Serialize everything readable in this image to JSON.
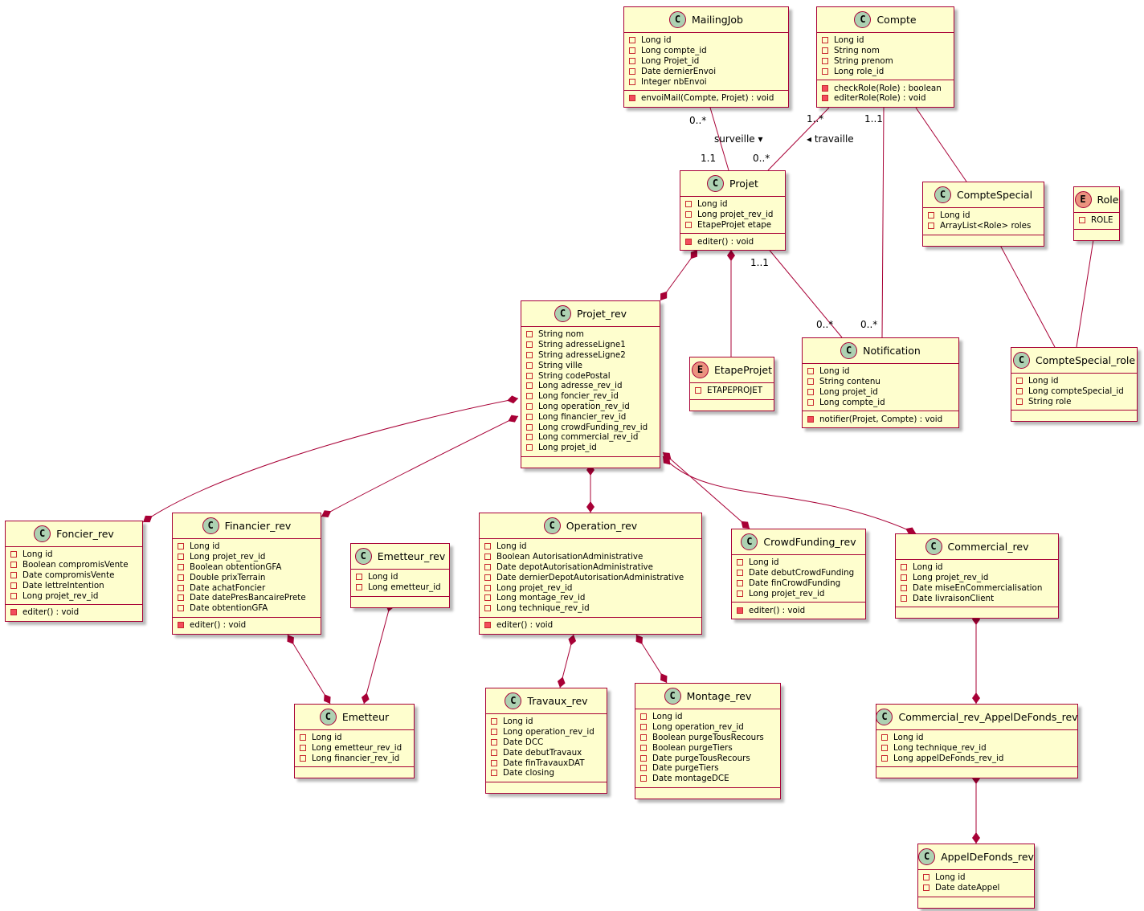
{
  "classes": [
    {
      "id": "MailingJob",
      "kind": "class",
      "name": "MailingJob",
      "fields": [
        "Long id",
        "Long compte_id",
        "Long Projet_id",
        "Date dernierEnvoi",
        "Integer nbEnvoi"
      ],
      "methods": [
        "envoiMail(Compte, Projet) : void"
      ]
    },
    {
      "id": "Compte",
      "kind": "class",
      "name": "Compte",
      "fields": [
        "Long id",
        "String nom",
        "String prenom",
        "Long role_id"
      ],
      "methods": [
        "checkRole(Role) : boolean",
        "editerRole(Role) : void"
      ]
    },
    {
      "id": "Projet",
      "kind": "class",
      "name": "Projet",
      "fields": [
        "Long id",
        "Long projet_rev_id",
        "EtapeProjet etape"
      ],
      "methods": [
        "editer() : void"
      ]
    },
    {
      "id": "CompteSpecial",
      "kind": "class",
      "name": "CompteSpecial",
      "fields": [
        "Long id",
        "ArrayList<Role> roles"
      ],
      "methods": []
    },
    {
      "id": "Role",
      "kind": "enum",
      "name": "Role",
      "fields": [
        "ROLE"
      ],
      "methods": []
    },
    {
      "id": "Projet_rev",
      "kind": "class",
      "name": "Projet_rev",
      "fields": [
        "String nom",
        "String adresseLigne1",
        "String adresseLigne2",
        "String ville",
        "String codePostal",
        "Long adresse_rev_id",
        "Long foncier_rev_id",
        "Long operation_rev_id",
        "Long financier_rev_id",
        "Long crowdFunding_rev_id",
        "Long commercial_rev_id",
        "Long projet_id"
      ],
      "methods": []
    },
    {
      "id": "EtapeProjet",
      "kind": "enum",
      "name": "EtapeProjet",
      "fields": [
        "ETAPEPROJET"
      ],
      "methods": []
    },
    {
      "id": "Notification",
      "kind": "class",
      "name": "Notification",
      "fields": [
        "Long id",
        "String contenu",
        "Long projet_id",
        "Long compte_id"
      ],
      "methods": [
        "notifier(Projet, Compte) : void"
      ]
    },
    {
      "id": "CompteSpecial_role",
      "kind": "class",
      "name": "CompteSpecial_role",
      "fields": [
        "Long id",
        "Long compteSpecial_id",
        "String role"
      ],
      "methods": []
    },
    {
      "id": "Foncier_rev",
      "kind": "class",
      "name": "Foncier_rev",
      "fields": [
        "Long id",
        "Boolean compromisVente",
        "Date compromisVente",
        "Date lettreIntention",
        "Long projet_rev_id"
      ],
      "methods": [
        "editer() : void"
      ]
    },
    {
      "id": "Financier_rev",
      "kind": "class",
      "name": "Financier_rev",
      "fields": [
        "Long id",
        "Long projet_rev_id",
        "Boolean obtentionGFA",
        "Double prixTerrain",
        "Date achatFoncier",
        "Date datePresBancairePrete",
        "Date obtentionGFA"
      ],
      "methods": [
        "editer() : void"
      ]
    },
    {
      "id": "Emetteur_rev",
      "kind": "class",
      "name": "Emetteur_rev",
      "fields": [
        "Long id",
        "Long emetteur_id"
      ],
      "methods": []
    },
    {
      "id": "Operation_rev",
      "kind": "class",
      "name": "Operation_rev",
      "fields": [
        "Long id",
        "Boolean AutorisationAdministrative",
        "Date depotAutorisationAdministrative",
        "Date dernierDepotAutorisationAdministrative",
        "Long projet_rev_id",
        "Long montage_rev_id",
        "Long technique_rev_id"
      ],
      "methods": [
        "editer() : void"
      ]
    },
    {
      "id": "CrowdFunding_rev",
      "kind": "class",
      "name": "CrowdFunding_rev",
      "fields": [
        "Long id",
        "Date debutCrowdFunding",
        "Date finCrowdFunding",
        "Long projet_rev_id"
      ],
      "methods": [
        "editer() : void"
      ]
    },
    {
      "id": "Commercial_rev",
      "kind": "class",
      "name": "Commercial_rev",
      "fields": [
        "Long id",
        "Long projet_rev_id",
        "Date miseEnCommercialisation",
        "Date livraisonClient"
      ],
      "methods": []
    },
    {
      "id": "Emetteur",
      "kind": "class",
      "name": "Emetteur",
      "fields": [
        "Long id",
        "Long emetteur_rev_id",
        "Long financier_rev_id"
      ],
      "methods": []
    },
    {
      "id": "Travaux_rev",
      "kind": "class",
      "name": "Travaux_rev",
      "fields": [
        "Long id",
        "Long operation_rev_id",
        "Date DCC",
        "Date debutTravaux",
        "Date finTravauxDAT",
        "Date closing"
      ],
      "methods": []
    },
    {
      "id": "Montage_rev",
      "kind": "class",
      "name": "Montage_rev",
      "fields": [
        "Long id",
        "Long operation_rev_id",
        "Boolean purgeTousRecours",
        "Boolean purgeTiers",
        "Date purgeTousRecours",
        "Date purgeTiers",
        "Date montageDCE"
      ],
      "methods": []
    },
    {
      "id": "Commercial_rev_AppelDeFonds_rev",
      "kind": "class",
      "name": "Commercial_rev_AppelDeFonds_rev",
      "fields": [
        "Long id",
        "Long technique_rev_id",
        "Long appelDeFonds_rev_id"
      ],
      "methods": []
    },
    {
      "id": "AppelDeFonds_rev",
      "kind": "class",
      "name": "AppelDeFonds_rev",
      "fields": [
        "Long id",
        "Date dateAppel"
      ],
      "methods": []
    }
  ],
  "relations": [
    {
      "id": "mailingjob-projet",
      "from": "MailingJob",
      "to": "Projet",
      "type": "association",
      "label": "surveille ▾",
      "from_mult": "0..*",
      "to_mult": "1.1"
    },
    {
      "id": "compte-projet",
      "from": "Compte",
      "to": "Projet",
      "type": "association",
      "label": "◂ travaille",
      "from_mult": "1..*",
      "to_mult": "0..*"
    },
    {
      "id": "compte-notification",
      "from": "Compte",
      "to": "Notification",
      "type": "association",
      "label": "",
      "from_mult": "1..1",
      "to_mult": "0..*"
    },
    {
      "id": "compte-comptespecial",
      "from": "Compte",
      "to": "CompteSpecial",
      "type": "association",
      "label": "",
      "from_mult": "",
      "to_mult": ""
    },
    {
      "id": "projet-notification",
      "from": "Projet",
      "to": "Notification",
      "type": "association",
      "label": "",
      "from_mult": "1..1",
      "to_mult": "0..*"
    },
    {
      "id": "comptespecial-role",
      "from": "CompteSpecial",
      "to": "CompteSpecial_role",
      "type": "association",
      "label": "",
      "from_mult": "",
      "to_mult": ""
    },
    {
      "id": "role-comptespecialrole",
      "from": "Role",
      "to": "CompteSpecial_role",
      "type": "association",
      "label": "",
      "from_mult": "",
      "to_mult": ""
    },
    {
      "id": "projet-projetrev",
      "from": "Projet",
      "to": "Projet_rev",
      "type": "composition",
      "label": "",
      "from_mult": "",
      "to_mult": ""
    },
    {
      "id": "projet-etape",
      "from": "Projet",
      "to": "EtapeProjet",
      "type": "composition",
      "label": "",
      "from_mult": "",
      "to_mult": ""
    },
    {
      "id": "projetrev-foncier",
      "from": "Projet_rev",
      "to": "Foncier_rev",
      "type": "composition",
      "label": "",
      "from_mult": "",
      "to_mult": ""
    },
    {
      "id": "projetrev-financier",
      "from": "Projet_rev",
      "to": "Financier_rev",
      "type": "composition",
      "label": "",
      "from_mult": "",
      "to_mult": ""
    },
    {
      "id": "projetrev-operation",
      "from": "Projet_rev",
      "to": "Operation_rev",
      "type": "composition",
      "label": "",
      "from_mult": "",
      "to_mult": ""
    },
    {
      "id": "projetrev-crowd",
      "from": "Projet_rev",
      "to": "CrowdFunding_rev",
      "type": "composition",
      "label": "",
      "from_mult": "",
      "to_mult": ""
    },
    {
      "id": "projetrev-commercial",
      "from": "Projet_rev",
      "to": "Commercial_rev",
      "type": "composition",
      "label": "",
      "from_mult": "",
      "to_mult": ""
    },
    {
      "id": "financier-emetteur",
      "from": "Financier_rev",
      "to": "Emetteur",
      "type": "composition",
      "label": "",
      "from_mult": "",
      "to_mult": ""
    },
    {
      "id": "emetteurrev-emetteur",
      "from": "Emetteur_rev",
      "to": "Emetteur",
      "type": "composition",
      "label": "",
      "from_mult": "",
      "to_mult": ""
    },
    {
      "id": "operation-travaux",
      "from": "Operation_rev",
      "to": "Travaux_rev",
      "type": "composition",
      "label": "",
      "from_mult": "",
      "to_mult": ""
    },
    {
      "id": "operation-montage",
      "from": "Operation_rev",
      "to": "Montage_rev",
      "type": "composition",
      "label": "",
      "from_mult": "",
      "to_mult": ""
    },
    {
      "id": "commercial-cadf",
      "from": "Commercial_rev",
      "to": "Commercial_rev_AppelDeFonds_rev",
      "type": "composition",
      "label": "",
      "from_mult": "",
      "to_mult": ""
    },
    {
      "id": "cadf-adf",
      "from": "Commercial_rev_AppelDeFonds_rev",
      "to": "AppelDeFonds_rev",
      "type": "composition",
      "label": "",
      "from_mult": "",
      "to_mult": ""
    }
  ],
  "colors": {
    "fill": "#FEFECE",
    "border": "#A80036",
    "class_badge": "#ADD1B2",
    "enum_badge": "#EB937F",
    "private_marker": "#C82930"
  }
}
